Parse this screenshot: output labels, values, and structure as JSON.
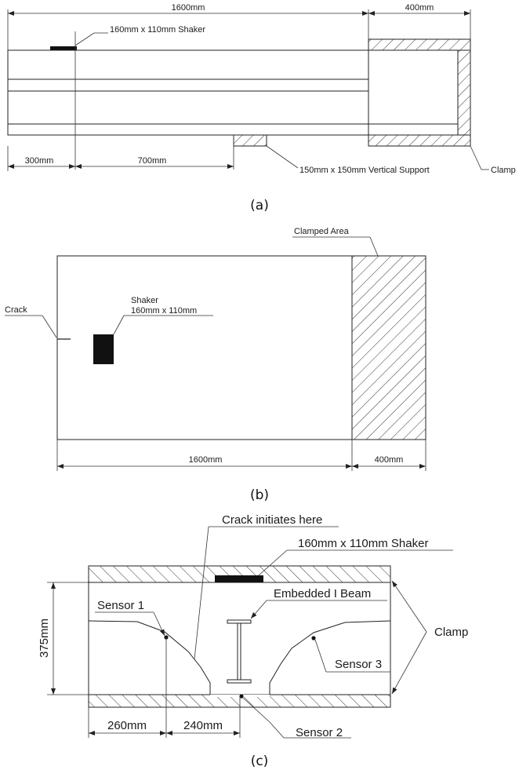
{
  "panel_a": {
    "caption": "(a)",
    "dim_total": "1600mm",
    "dim_clamp": "400mm",
    "dim_300": "300mm",
    "dim_700": "700mm",
    "shaker_label": "160mm x 110mm Shaker",
    "support_label": "150mm x 150mm Vertical Support",
    "clamp_label": "Clamp"
  },
  "panel_b": {
    "caption": "(b)",
    "clamped_area_label": "Clamped Area",
    "crack_label": "Crack",
    "shaker_label_line1": "Shaker",
    "shaker_label_line2": "160mm x 110mm",
    "dim_1600": "1600mm",
    "dim_400": "400mm"
  },
  "panel_c": {
    "caption": "(c)",
    "crack_label": "Crack initiates here",
    "shaker_label": "160mm x 110mm Shaker",
    "ibeam_label": "Embedded I Beam",
    "sensor1_label": "Sensor 1",
    "sensor2_label": "Sensor 2",
    "sensor3_label": "Sensor 3",
    "clamp_label": "Clamp",
    "dim_height": "375mm",
    "dim_260": "260mm",
    "dim_240": "240mm"
  }
}
